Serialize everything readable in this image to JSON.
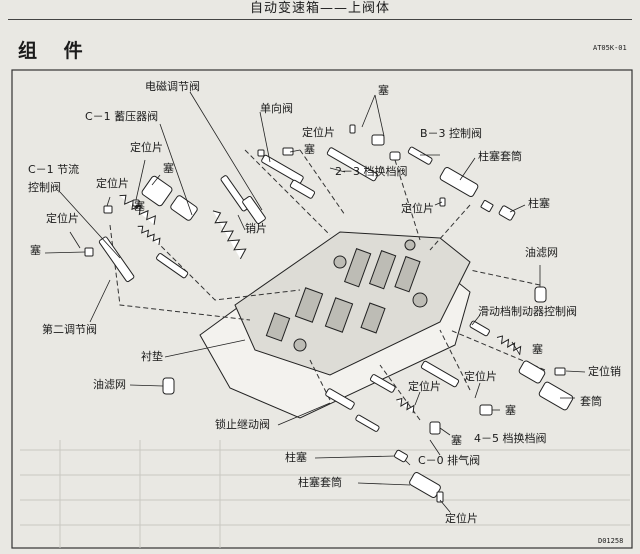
{
  "header": {
    "title": "自动变速箱——上阀体"
  },
  "section_title": "组 件",
  "figure_code": "AT05K-01",
  "figure_number": "D01258",
  "labels": {
    "solenoid_valve": "电磁调节阀",
    "c1_accumulator_valve": "C－1 蓄压器阀",
    "c1_throttle_control_valve_line1": "C－1 节流",
    "c1_throttle_control_valve_line2": "控制阀",
    "check_valve": "单向阀",
    "plugs_top": "塞",
    "retainer_top": "定位片",
    "plug_top_mid": "塞",
    "b3_control_valve": "B－3 控制阀",
    "shift_valve_2_3": "2－3 档换档阀",
    "retainer_c1": "定位片",
    "plug_c1": "塞",
    "retainer_left_mid": "定位片",
    "plug_left_mid": "塞",
    "pin": "销片",
    "plunger_sleeve_top": "柱塞套筒",
    "retainer_b3": "定位片",
    "plunger_right": "柱塞",
    "retainer_left": "定位片",
    "plug_left": "塞",
    "oil_filter_right": "油滤网",
    "second_regulator_valve": "第二调节阀",
    "lockup_control_valve": "滑动档制动器控制阀",
    "plug_right_mid": "塞",
    "gasket": "衬垫",
    "retainer_pin": "定位销",
    "retainer_mid1": "定位片",
    "retainer_mid2": "定位片",
    "oil_filter_left": "油滤网",
    "plug_bottom_mid": "塞",
    "sleeve_right": "套筒",
    "lockup_relay_valve": "锁止继动阀",
    "plug_bottom": "塞",
    "shift_valve_4_5": "4－5 档换档阀",
    "plunger_bottom": "柱塞",
    "c0_exhaust_valve": "C－0 排气阀",
    "plunger_sleeve_bottom": "柱塞套筒",
    "retainer_bottom": "定位片"
  }
}
